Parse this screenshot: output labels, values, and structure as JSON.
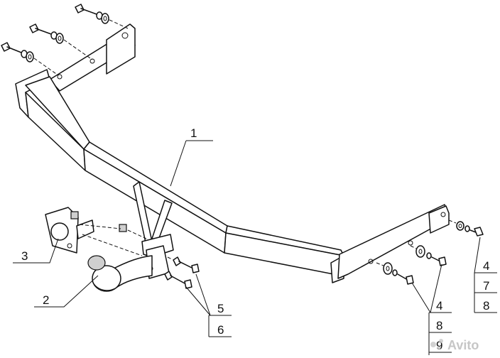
{
  "callouts": {
    "c1": "1",
    "c2": "2",
    "c3": "3",
    "c4a": "4",
    "c5": "5",
    "c6": "6",
    "c8a": "8",
    "c9": "9",
    "c4b": "4",
    "c7": "7",
    "c8b": "8"
  },
  "watermark": "Avito"
}
